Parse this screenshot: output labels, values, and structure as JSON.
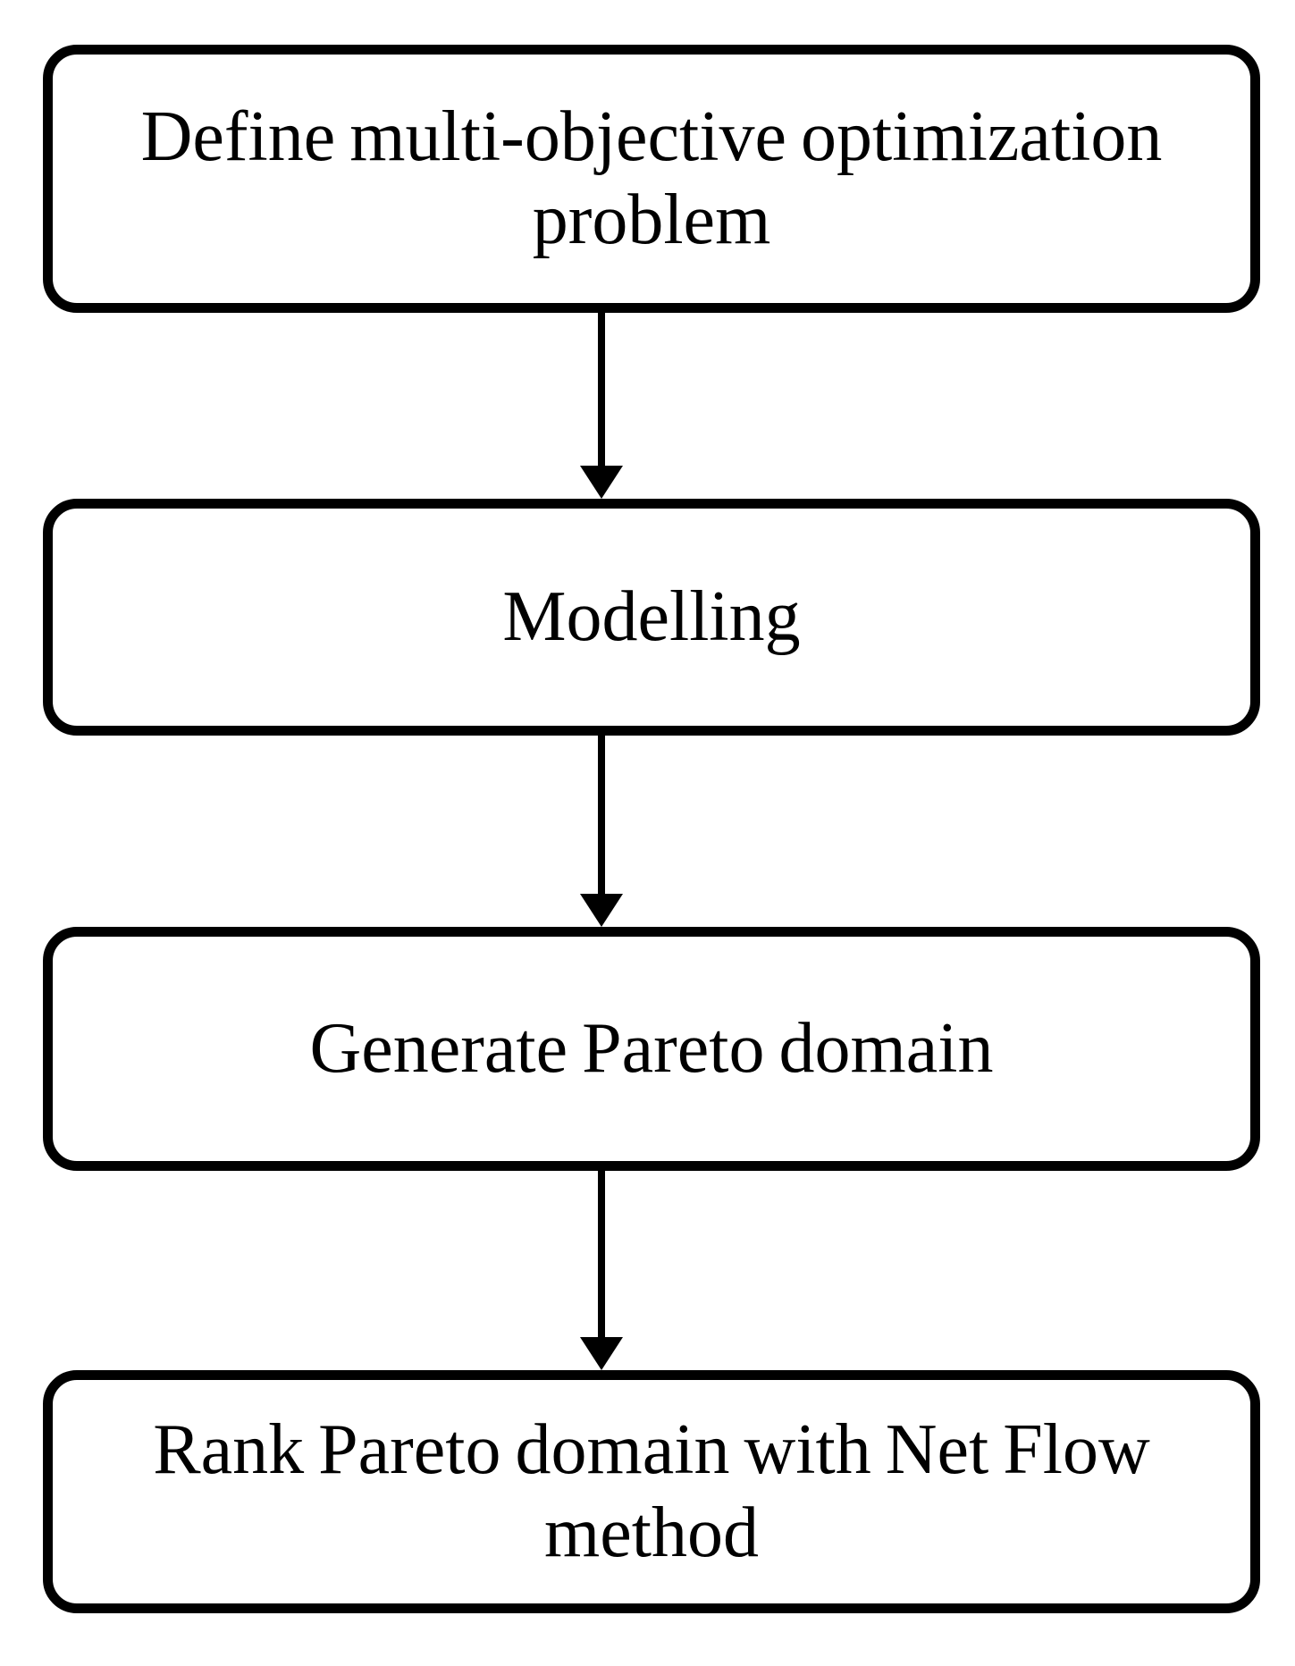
{
  "diagram": {
    "type": "flowchart",
    "orientation": "top-down",
    "background_color": "#ffffff",
    "stroke_color": "#000000",
    "text_color": "#000000",
    "node_shape": "rounded-rectangle",
    "nodes": [
      {
        "id": "define-problem",
        "label": "Define multi-objective optimization problem"
      },
      {
        "id": "modelling",
        "label": "Modelling"
      },
      {
        "id": "generate-pareto-domain",
        "label": "Generate Pareto domain"
      },
      {
        "id": "rank-pareto-domain",
        "label": "Rank Pareto domain with Net Flow method"
      }
    ],
    "edges": [
      {
        "from": "define-problem",
        "to": "modelling",
        "style": "solid-arrow-down"
      },
      {
        "from": "modelling",
        "to": "generate-pareto-domain",
        "style": "solid-arrow-down"
      },
      {
        "from": "generate-pareto-domain",
        "to": "rank-pareto-domain",
        "style": "solid-arrow-down"
      }
    ]
  }
}
